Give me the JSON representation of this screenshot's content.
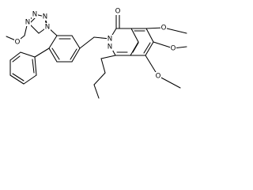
{
  "molecule": {
    "tetrazole_labels": [
      "N",
      "N",
      "N",
      "N"
    ],
    "ether_oxygen": "O",
    "quinazolinone_ring_nitrogens": [
      "N",
      "N"
    ],
    "carbonyl_oxygen": "O",
    "methoxy_oxygens": [
      "O",
      "O",
      "O"
    ]
  }
}
